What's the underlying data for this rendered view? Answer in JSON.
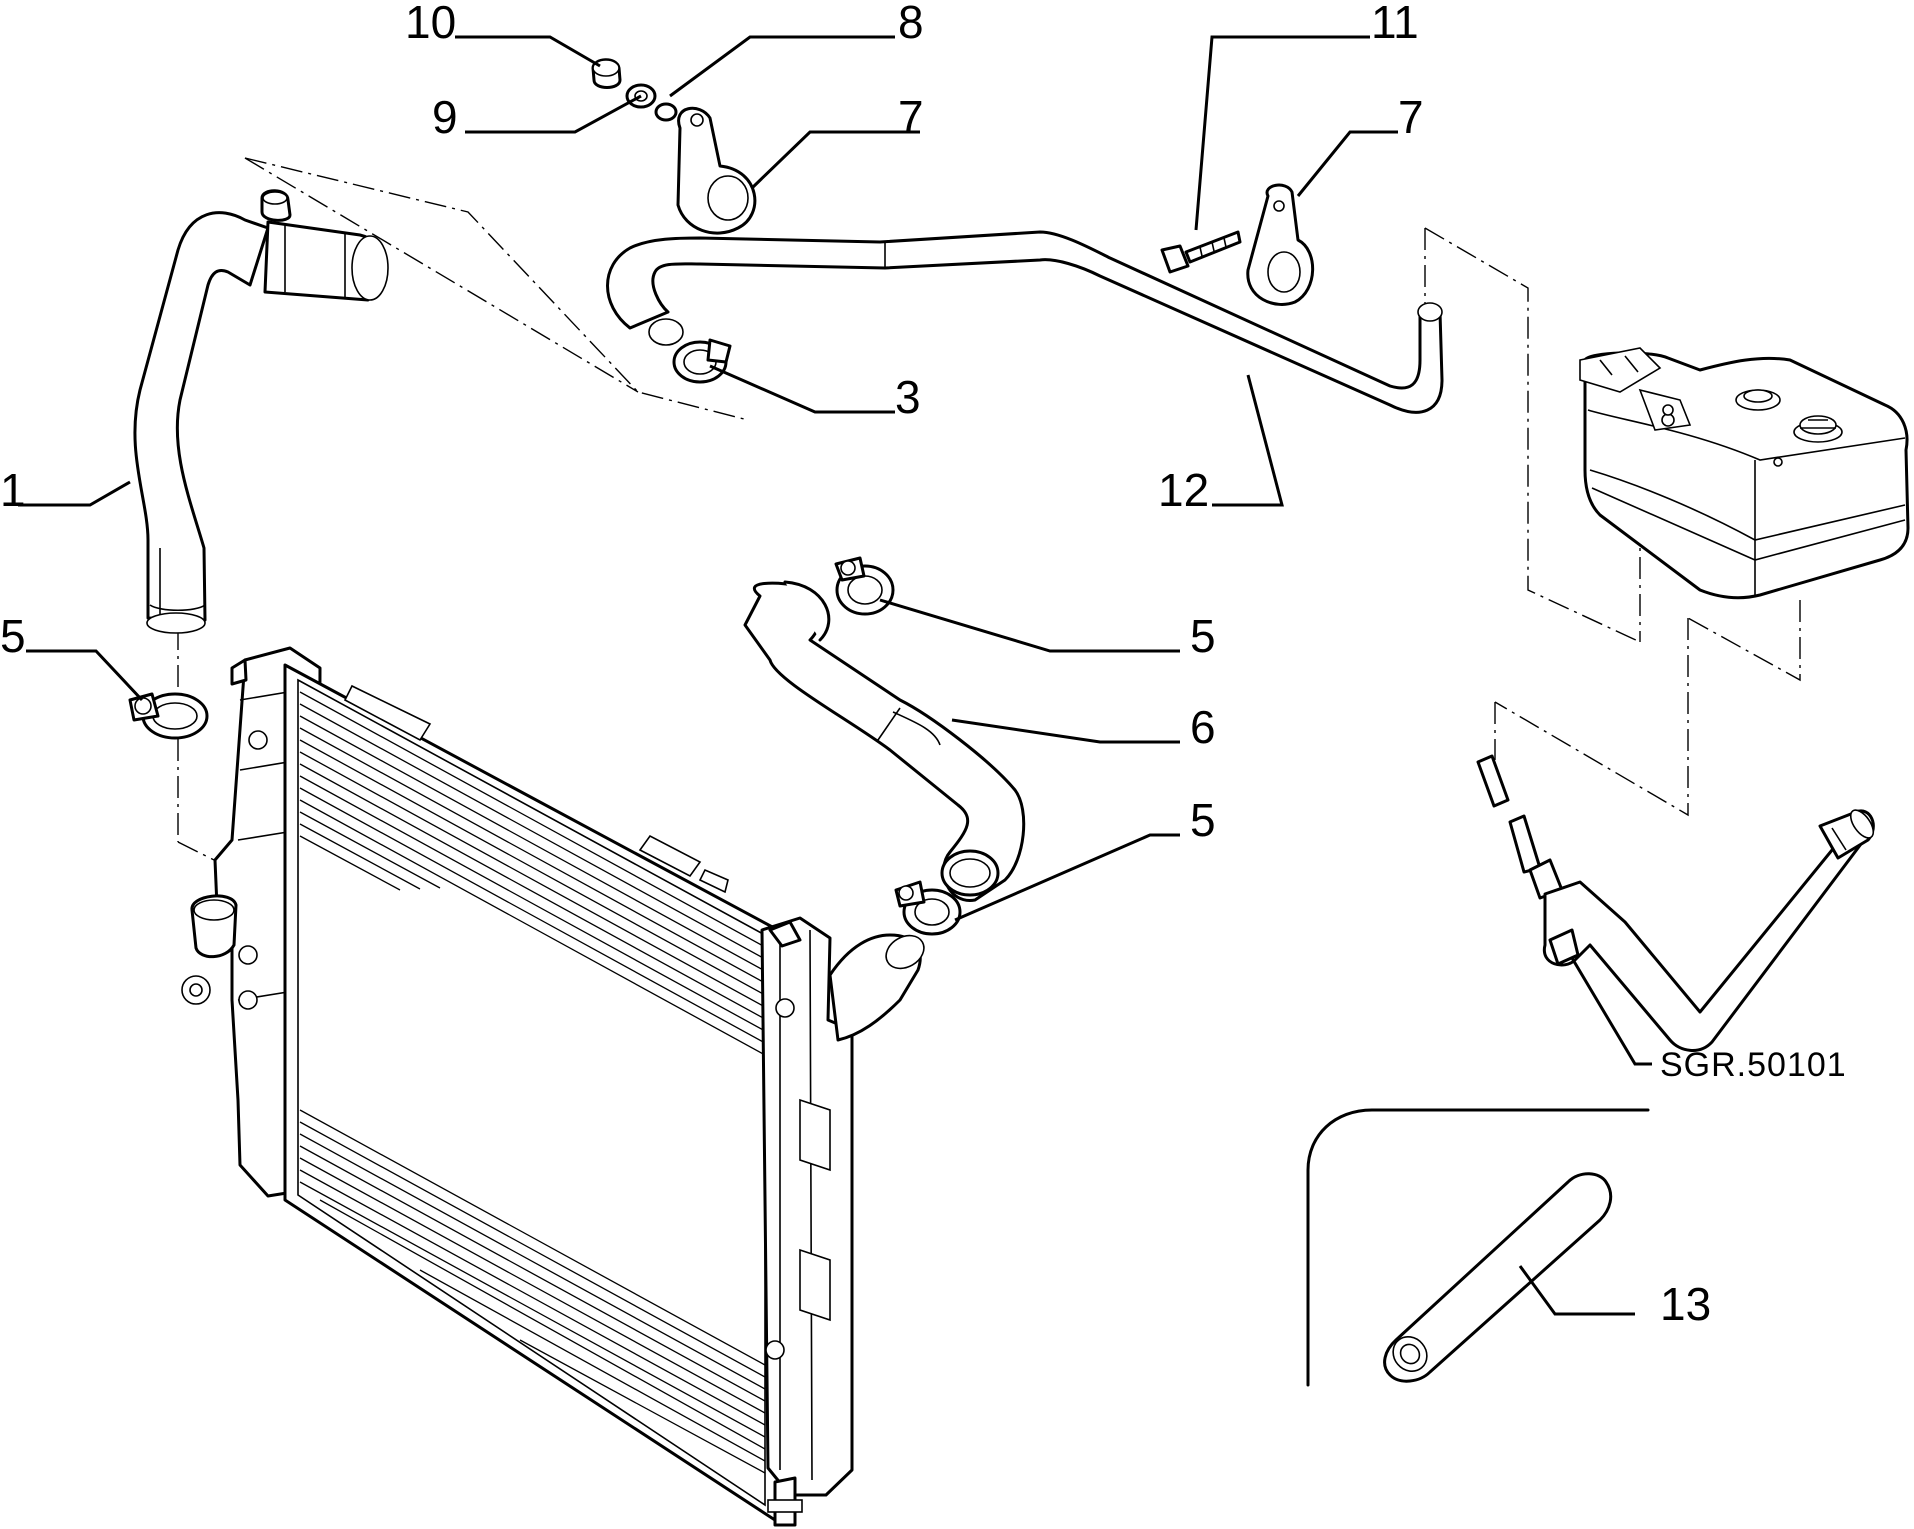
{
  "diagram": {
    "callouts": [
      {
        "id": "c1",
        "label": "1"
      },
      {
        "id": "c3",
        "label": "3"
      },
      {
        "id": "c5a",
        "label": "5"
      },
      {
        "id": "c5b",
        "label": "5"
      },
      {
        "id": "c5c",
        "label": "5"
      },
      {
        "id": "c6",
        "label": "6"
      },
      {
        "id": "c7a",
        "label": "7"
      },
      {
        "id": "c7b",
        "label": "7"
      },
      {
        "id": "c8",
        "label": "8"
      },
      {
        "id": "c9",
        "label": "9"
      },
      {
        "id": "c10",
        "label": "10"
      },
      {
        "id": "c11",
        "label": "11"
      },
      {
        "id": "c12",
        "label": "12"
      },
      {
        "id": "c13",
        "label": "13"
      }
    ],
    "reference_code": "SGR.50101"
  }
}
